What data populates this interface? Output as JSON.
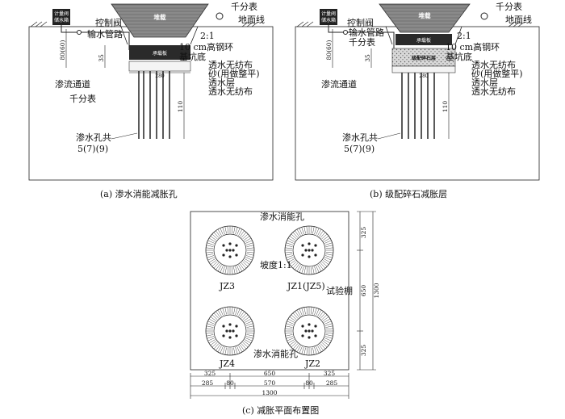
{
  "panel_a": {
    "caption": "(a)  渗水消能减胀孔",
    "box_label": "计量阀\n储水箱",
    "load": "堆载",
    "plate": "承载板",
    "labels": {
      "control_valve": "控制阀",
      "pipe": "输水管路",
      "slope": "2:1",
      "dial": "千分表",
      "ground": "地面线",
      "ring": "10 cm高钢环",
      "pit_bottom": "基坑底",
      "layer1": "透水无纺布",
      "layer2": "砂(用做整平)",
      "layer3": "透水层",
      "layer4": "透水无纺布",
      "channel": "渗流通道",
      "dial2": "千分表",
      "holes": "渗水孔共",
      "holes_count": "5(7)(9)"
    },
    "dims": {
      "d80": "80(60)",
      "d35": "35",
      "d280": "280",
      "d110": "110"
    }
  },
  "panel_b": {
    "caption": "(b)  级配碎石减胀层",
    "box_label": "计量阀\n储水箱",
    "load": "堆载",
    "plate": "承载板",
    "gravel": "级配碎石层",
    "labels": {
      "control_valve": "控制阀",
      "pipe": "输水管路",
      "dial_top": "千分表",
      "slope": "2:1",
      "dial": "千分表",
      "ground": "地面线",
      "ring": "10 cm高钢环",
      "pit_bottom": "基坑底",
      "layer1": "透水无纺布",
      "layer2": "砂(用做整平)",
      "layer3": "透水层",
      "layer4": "透水无纺布",
      "channel": "渗流通道",
      "holes": "渗水孔共",
      "holes_count": "5(7)(9)"
    },
    "dims": {
      "d80": "80(60)",
      "d35": "35",
      "d280": "280",
      "d110": "110"
    }
  },
  "panel_c": {
    "caption": "(c)  减胀平面布置图",
    "top_label": "渗水消能孔",
    "bottom_label": "渗水消能孔",
    "slope": "坡度1:1",
    "shed": "试验棚",
    "pits": [
      "JZ3",
      "JZ1(JZ5)",
      "JZ4",
      "JZ2"
    ],
    "right_dims": [
      "325",
      "650",
      "325",
      "1300"
    ],
    "bottom_row1": [
      "325",
      "650",
      "325"
    ],
    "bottom_row2": [
      "285",
      "80",
      "570",
      "80",
      "285"
    ],
    "bottom_total": "1300"
  }
}
